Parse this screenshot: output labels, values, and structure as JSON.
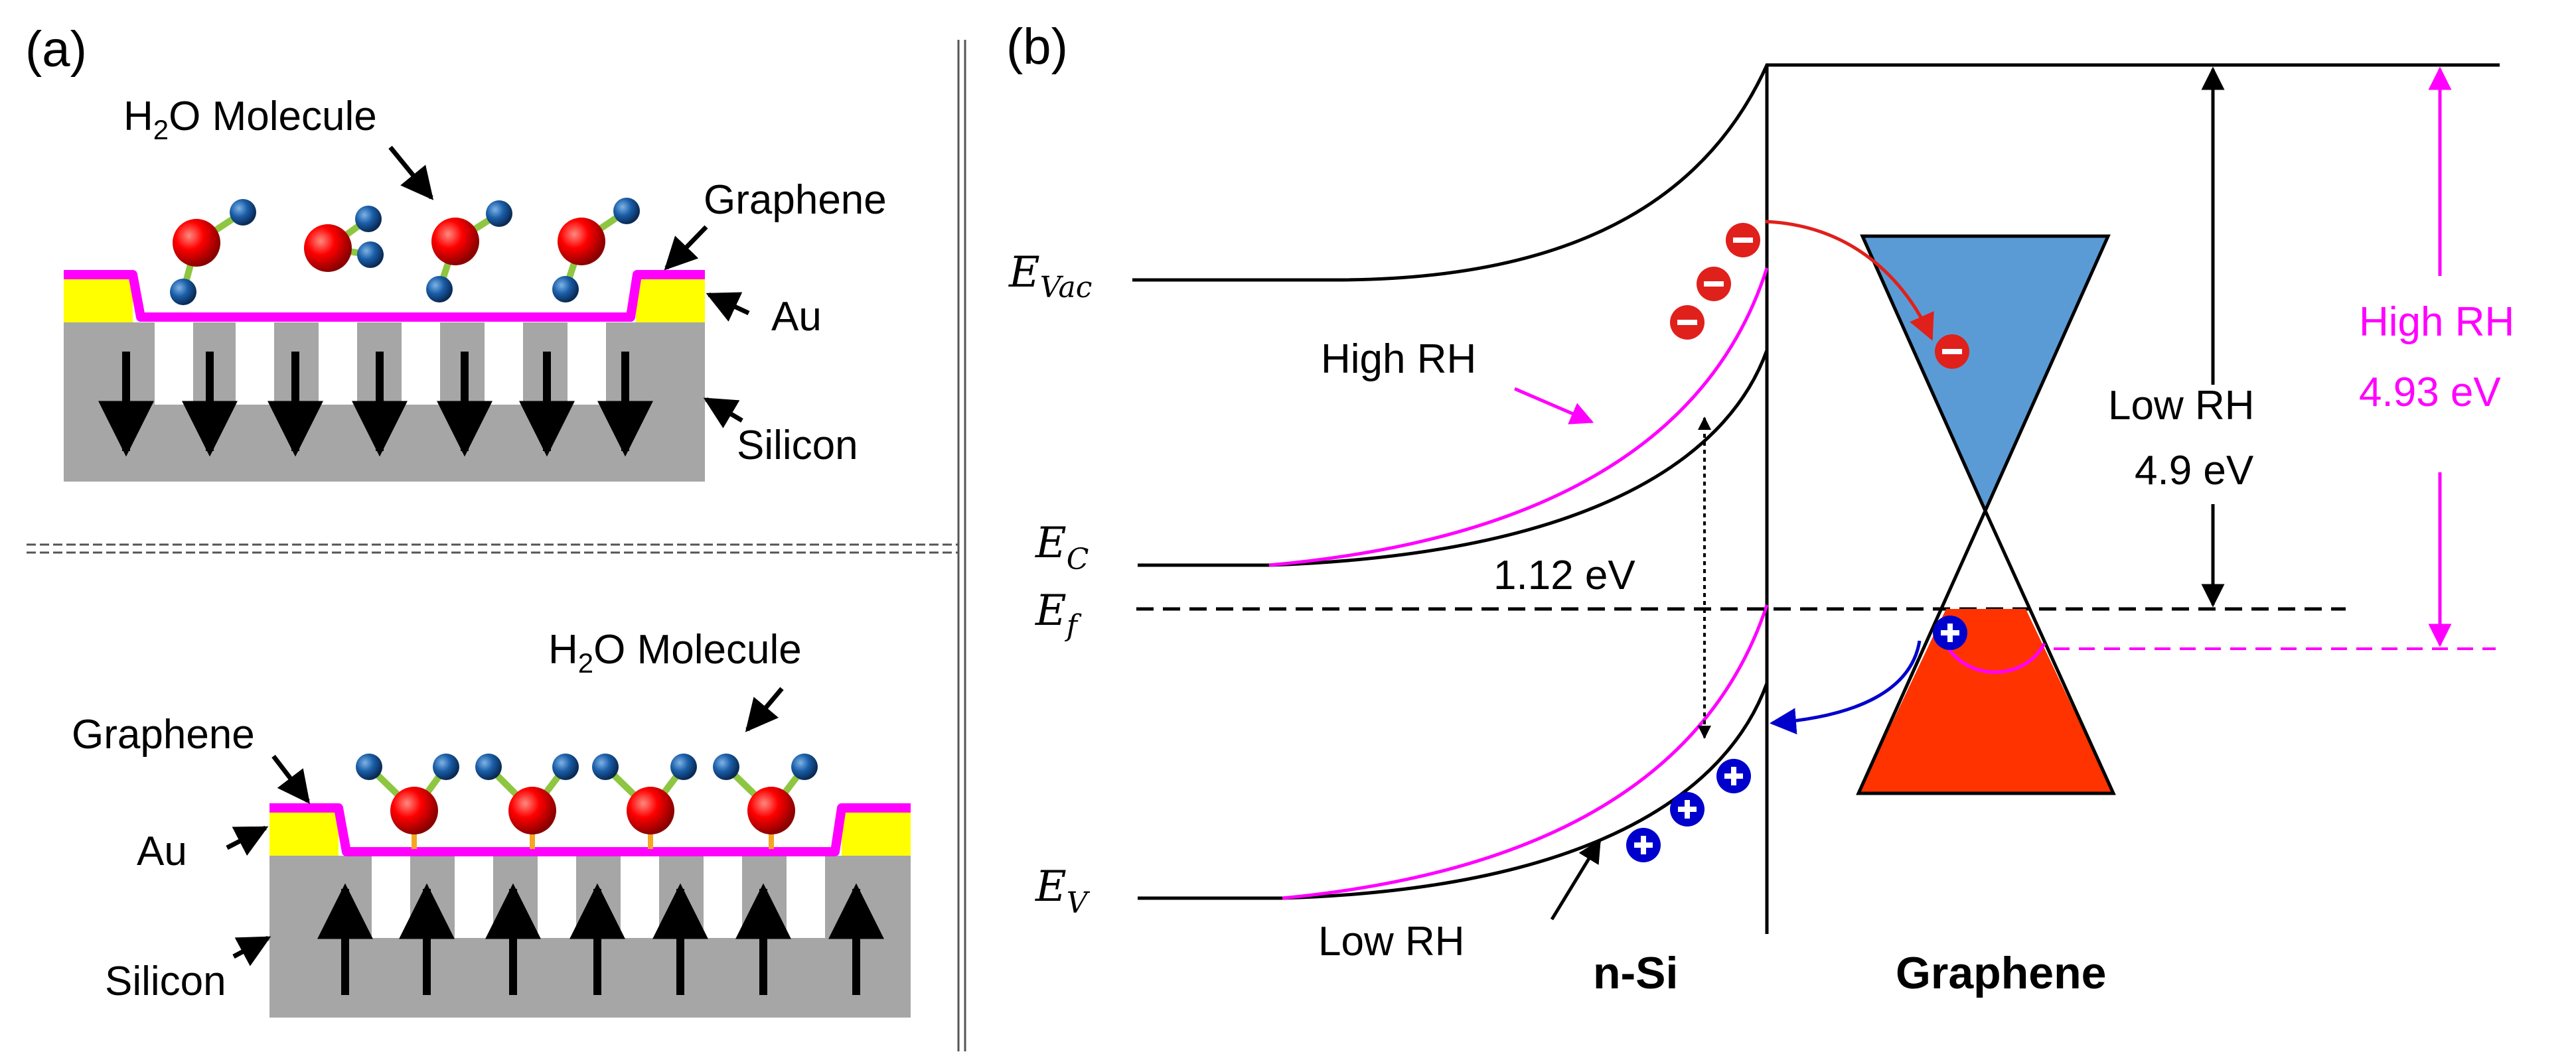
{
  "panel_a": {
    "label": "(a)",
    "top": {
      "h2o_label_prefix": "H",
      "h2o_label_sub": "2",
      "h2o_label_suffix": "O Molecule",
      "graphene_label": "Graphene",
      "au_label": "Au",
      "silicon_label": "Silicon"
    },
    "bottom": {
      "h2o_label_prefix": "H",
      "h2o_label_sub": "2",
      "h2o_label_suffix": "O Molecule",
      "graphene_label": "Graphene",
      "au_label": "Au",
      "silicon_label": "Silicon"
    }
  },
  "panel_b": {
    "label": "(b)",
    "levels": {
      "evac_main": "E",
      "evac_sub": "Vac",
      "ec_main": "E",
      "ec_sub": "C",
      "ef_main": "E",
      "ef_sub": "f",
      "ev_main": "E",
      "ev_sub": "V"
    },
    "high_rh_label": "High RH",
    "low_rh_label": "Low RH",
    "bandgap_label": "1.12 eV",
    "work_function_low_title": "Low RH",
    "work_function_low_value": "4.9 eV",
    "work_function_high_title": "High RH",
    "work_function_high_value": "4.93 eV",
    "nsi_label": "n-Si",
    "graphene_label": "Graphene",
    "electron_symbol": "−",
    "hole_symbol": "+"
  },
  "colors": {
    "magenta": "#ff00ff",
    "gold": "#ffff00",
    "silicon": "#a6a6a6",
    "oxygen": "#ff0000",
    "hydrogen": "#1a5ea8",
    "bond": "#8ec641",
    "cone_blue": "#5b9bd5",
    "cone_red": "#ff3300",
    "electron_red": "#e0201b",
    "hole_blue": "#0000cc"
  }
}
